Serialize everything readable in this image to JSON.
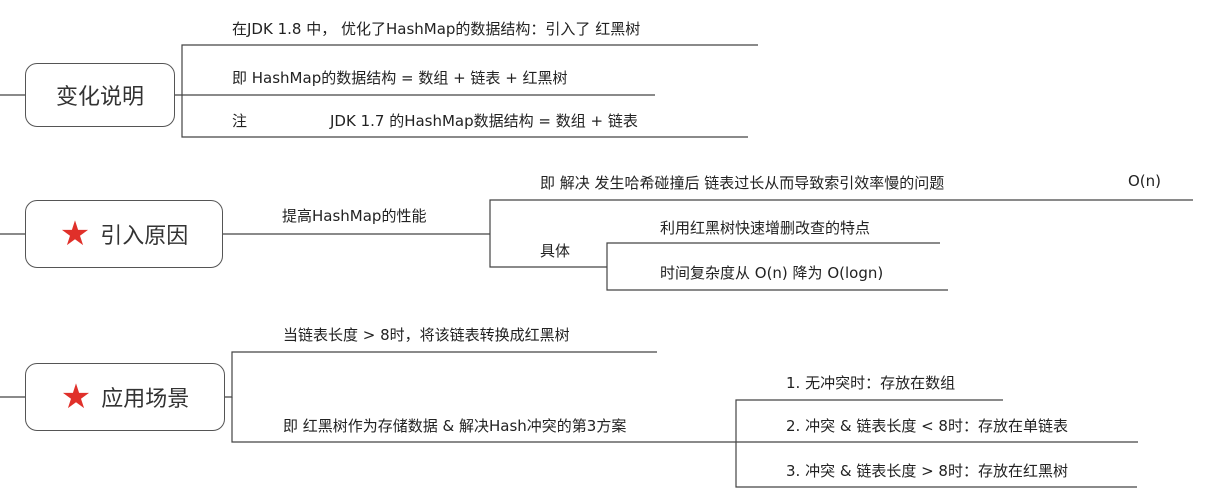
{
  "sections": [
    {
      "title": "变化说明",
      "starred": false,
      "items": [
        "在JDK 1.8 中， 优化了HashMap的数据结构：引入了 红黑树",
        "即 HashMap的数据结构 = 数组 + 链表 + 红黑树",
        "注",
        "JDK 1.7 的HashMap数据结构 = 数组 + 链表"
      ]
    },
    {
      "title": "引入原因",
      "starred": true,
      "branch": "提高HashMap的性能",
      "detail": "即 解决 发生哈希碰撞后 链表过长从而导致索引效率慢的问题",
      "complexity": "O(n)",
      "sub_label": "具体",
      "sub_items": [
        "利用红黑树快速增删改查的特点",
        "时间复杂度从 O(n) 降为 O(logn)"
      ]
    },
    {
      "title": "应用场景",
      "starred": true,
      "items": [
        "当链表长度 > 8时，将该链表转换成红黑树",
        "即 红黑树作为存储数据 & 解决Hash冲突的第3方案"
      ],
      "sub_items": [
        "1. 无冲突时：存放在数组",
        "2. 冲突 & 链表长度 < 8时：存放在单链表",
        "3. 冲突 & 链表长度 > 8时：存放在红黑树"
      ]
    }
  ],
  "colors": {
    "star": "#e0302a",
    "line": "#444444",
    "border": "#555555"
  },
  "icons": {
    "star": "star-icon"
  }
}
